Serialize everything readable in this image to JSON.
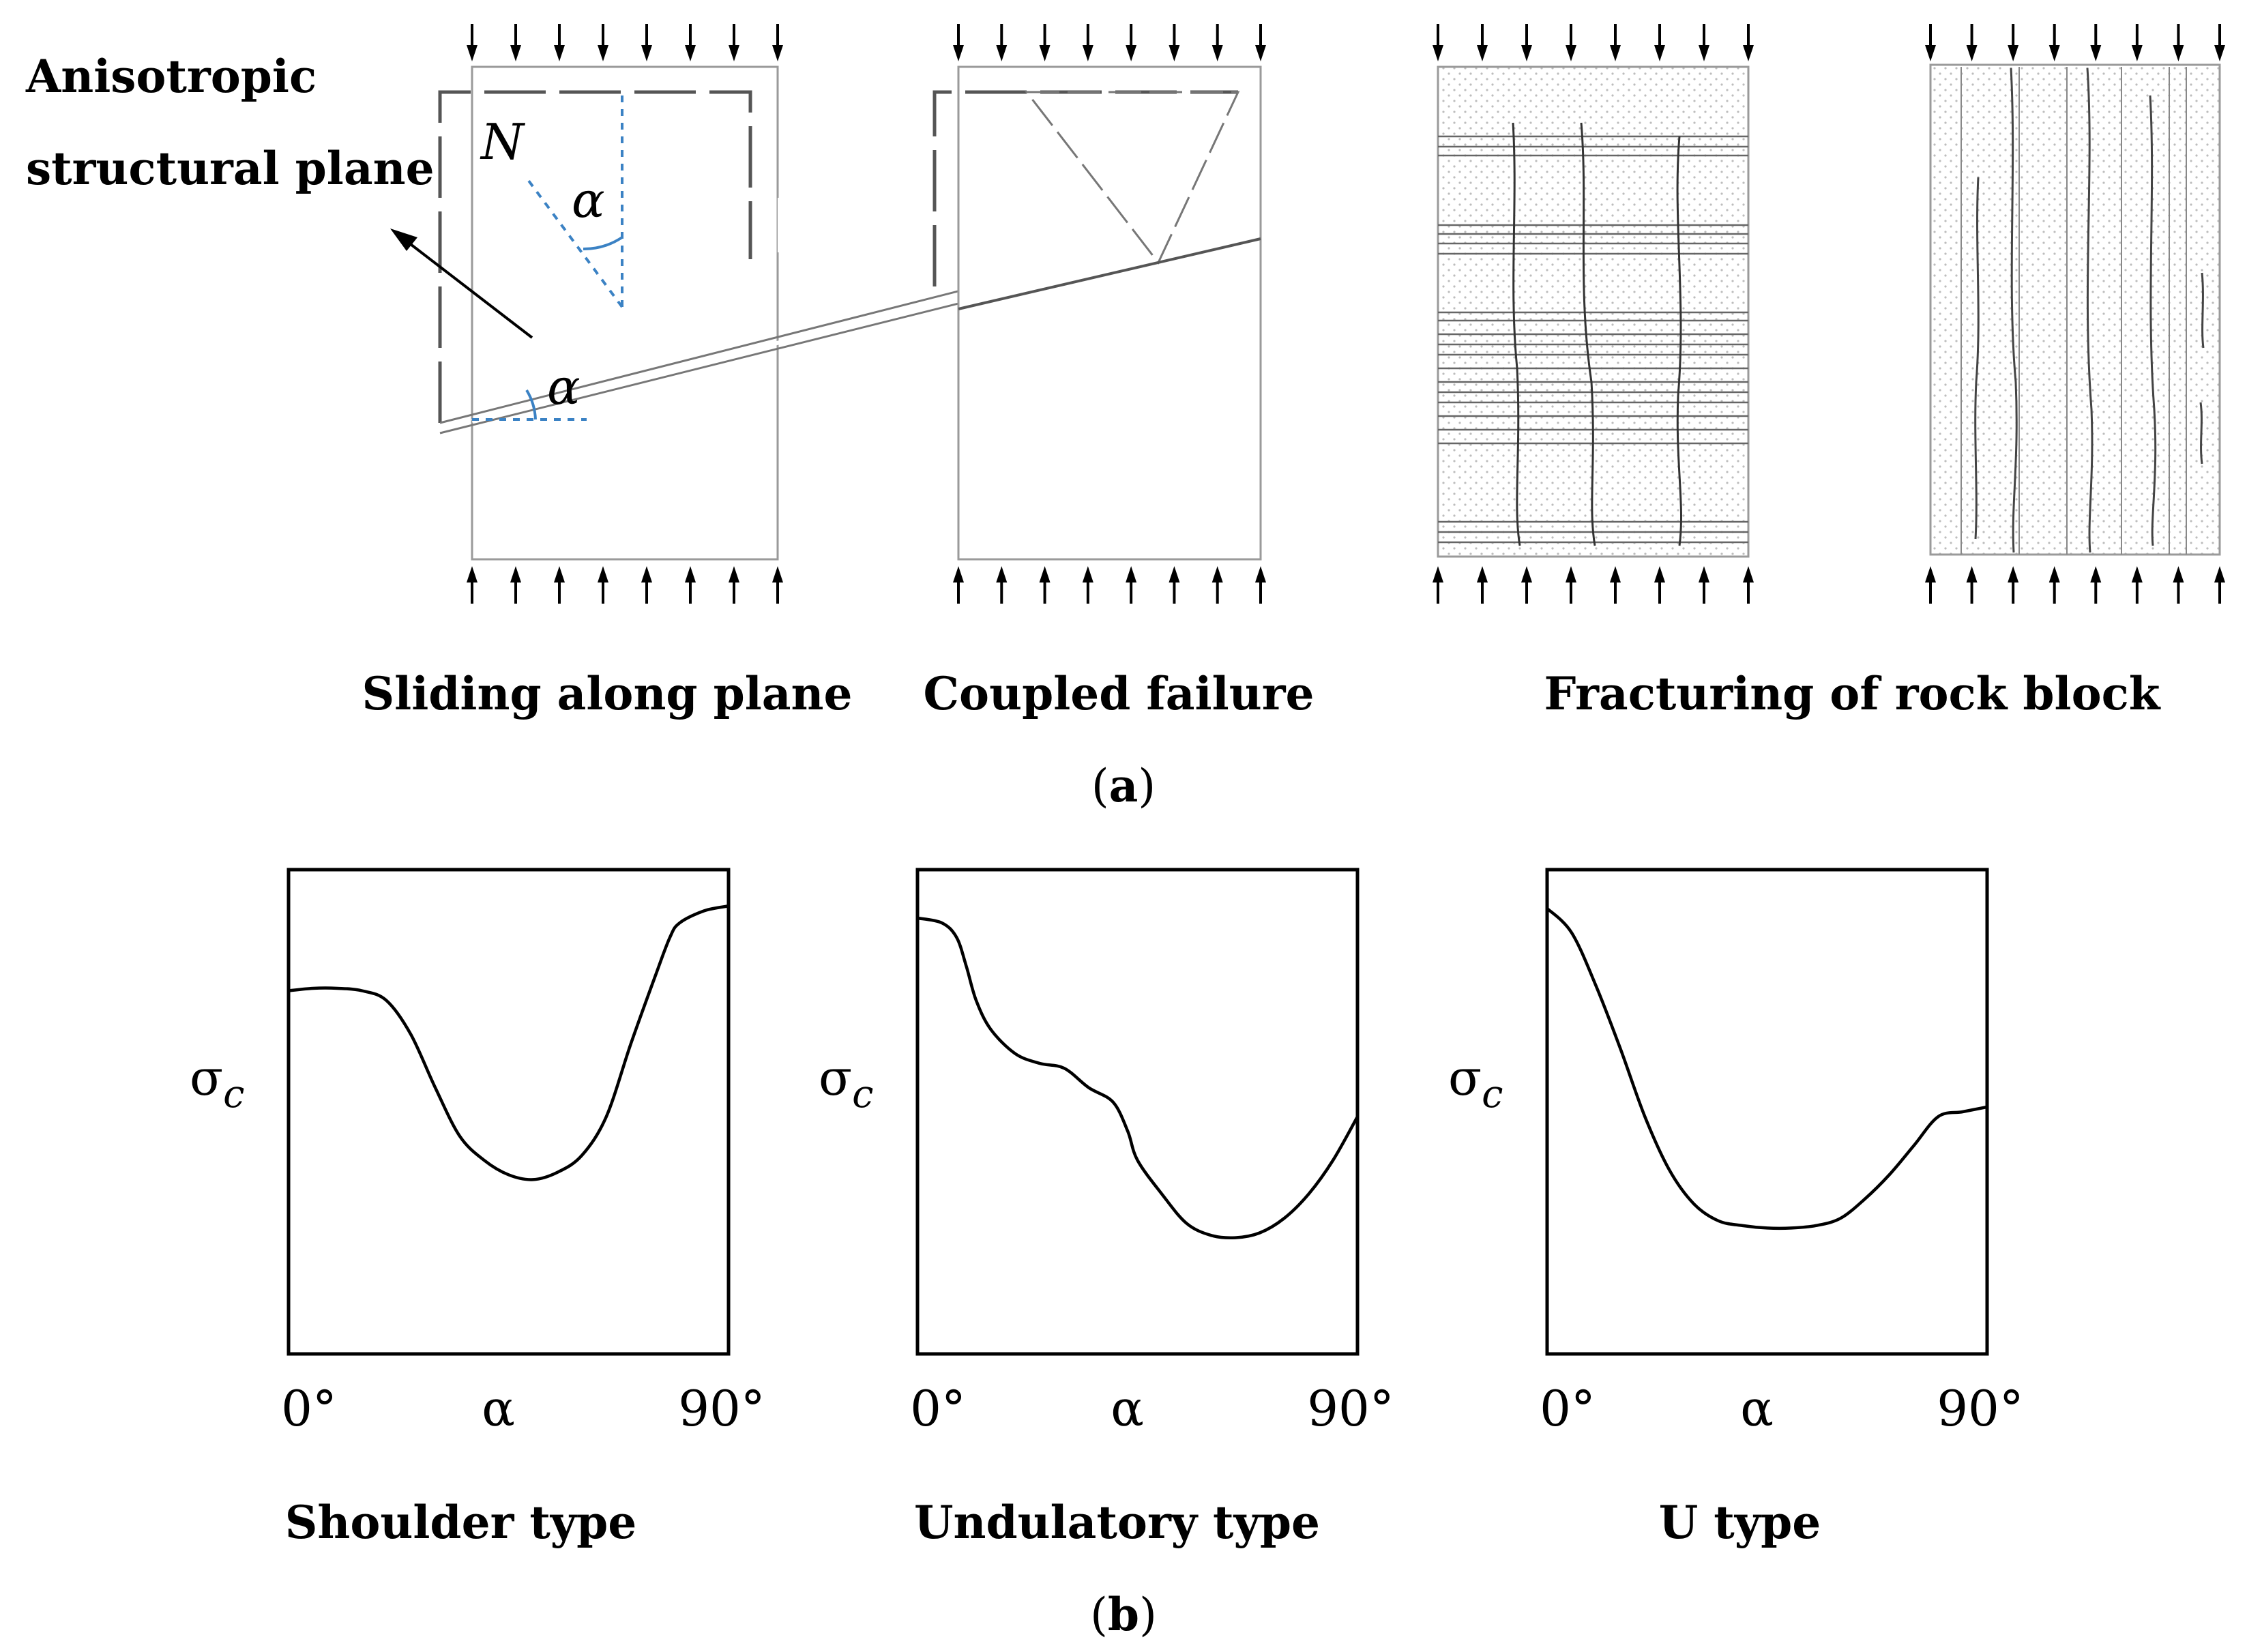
{
  "part_a": {
    "annotation": [
      "Anisotropic",
      "structural plane"
    ],
    "normal_symbol": "N",
    "angle_symbol": "α",
    "captions": [
      "Sliding along plane",
      "Coupled failure",
      "Fracturing of rock block"
    ],
    "label": [
      "(",
      "a",
      ")"
    ]
  },
  "part_b": {
    "label": [
      "(",
      "b",
      ")"
    ],
    "chart_data": [
      {
        "type": "line",
        "title": "Shoulder type",
        "ylabel": "σ",
        "ylabel_sub": "c",
        "x_ticks": [
          "0°",
          "α",
          "90°"
        ],
        "x": [
          0,
          5,
          10,
          15,
          20,
          25,
          30,
          35,
          40,
          45,
          50,
          55,
          60,
          65,
          70,
          75,
          78,
          80,
          85,
          90
        ],
        "values": [
          0.75,
          0.755,
          0.755,
          0.75,
          0.73,
          0.66,
          0.55,
          0.45,
          0.4,
          0.37,
          0.36,
          0.375,
          0.41,
          0.49,
          0.64,
          0.78,
          0.86,
          0.89,
          0.915,
          0.925
        ],
        "ylim": [
          0,
          1
        ]
      },
      {
        "type": "line",
        "title": "Undulatory type",
        "ylabel": "σ",
        "ylabel_sub": "c",
        "x_ticks": [
          "0°",
          "α",
          "90°"
        ],
        "x": [
          0,
          5,
          8,
          10,
          12,
          15,
          20,
          25,
          30,
          35,
          40,
          43,
          45,
          50,
          55,
          60,
          65,
          70,
          75,
          80,
          85,
          90
        ],
        "values": [
          0.9,
          0.89,
          0.86,
          0.8,
          0.73,
          0.67,
          0.62,
          0.6,
          0.59,
          0.55,
          0.52,
          0.46,
          0.4,
          0.33,
          0.27,
          0.245,
          0.24,
          0.25,
          0.28,
          0.33,
          0.4,
          0.49
        ],
        "ylim": [
          0,
          1
        ]
      },
      {
        "type": "line",
        "title": "U type",
        "ylabel": "σ",
        "ylabel_sub": "c",
        "x_ticks": [
          "0°",
          "α",
          "90°"
        ],
        "x": [
          0,
          5,
          10,
          15,
          20,
          25,
          30,
          35,
          40,
          45,
          50,
          55,
          60,
          65,
          70,
          75,
          80,
          85,
          90
        ],
        "values": [
          0.92,
          0.87,
          0.76,
          0.63,
          0.49,
          0.38,
          0.31,
          0.275,
          0.265,
          0.26,
          0.26,
          0.265,
          0.28,
          0.32,
          0.37,
          0.43,
          0.49,
          0.5,
          0.51
        ],
        "ylim": [
          0,
          1
        ]
      }
    ]
  }
}
